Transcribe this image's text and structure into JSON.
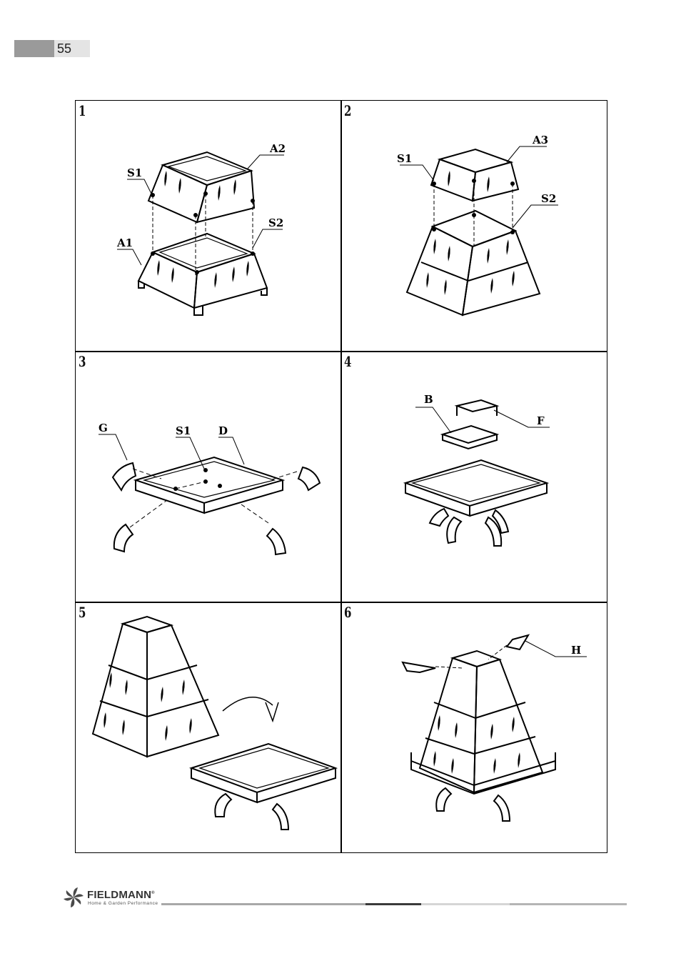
{
  "page": {
    "number": "55"
  },
  "steps": [
    {
      "number": "1",
      "labels": [
        "A2",
        "S1",
        "S2",
        "A1"
      ]
    },
    {
      "number": "2",
      "labels": [
        "A3",
        "S1",
        "S2"
      ]
    },
    {
      "number": "3",
      "labels": [
        "G",
        "S1",
        "D"
      ]
    },
    {
      "number": "4",
      "labels": [
        "B",
        "F"
      ]
    },
    {
      "number": "5",
      "labels": []
    },
    {
      "number": "6",
      "labels": [
        "H"
      ]
    }
  ],
  "footer": {
    "brand": "FIELDMANN",
    "tagline": "Home & Garden Performance",
    "trademark": "®"
  },
  "colors": {
    "tab_dark": "#9a9a9a",
    "tab_light": "#e4e4e4",
    "rule_grey": "#b5b5b5",
    "rule_dark": "#3a3a3a"
  }
}
